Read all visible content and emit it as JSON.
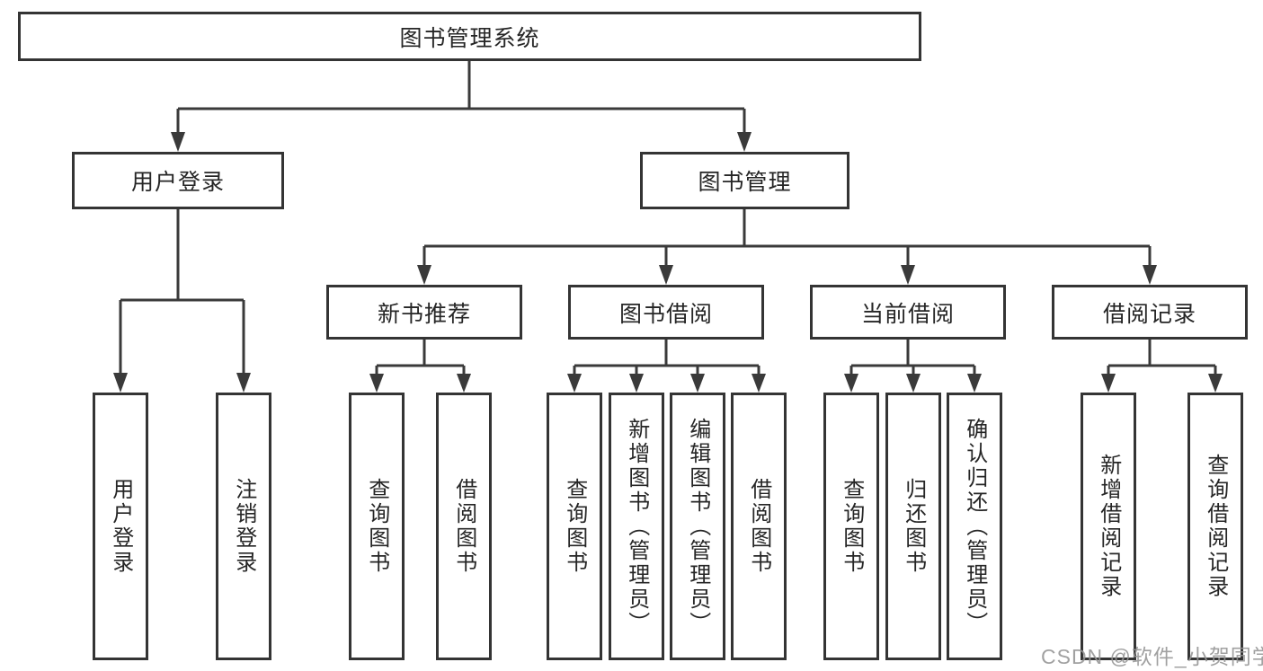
{
  "diagram": {
    "title_node": {
      "label": "图书管理系统"
    },
    "level2": [
      {
        "label": "用户登录"
      },
      {
        "label": "图书管理"
      }
    ],
    "level3": [
      {
        "label": "新书推荐"
      },
      {
        "label": "图书借阅"
      },
      {
        "label": "当前借阅"
      },
      {
        "label": "借阅记录"
      }
    ],
    "level4": [
      {
        "label": "用户登录"
      },
      {
        "label": "注销登录"
      },
      {
        "label": "查询图书"
      },
      {
        "label": "借阅图书"
      },
      {
        "label": "查询图书"
      },
      {
        "label": "新增图书（管理员）"
      },
      {
        "label": "编辑图书（管理员）"
      },
      {
        "label": "借阅图书"
      },
      {
        "label": "查询图书"
      },
      {
        "label": "归还图书"
      },
      {
        "label": "确认归还（管理员）"
      },
      {
        "label": "新增借阅记录"
      },
      {
        "label": "查询借阅记录"
      }
    ]
  },
  "watermark": {
    "text": "CSDN @软件_小贺同学"
  },
  "colors": {
    "line": "#3a3a3a",
    "box_border": "#343434",
    "text": "#262626",
    "background": "#ffffff",
    "watermark": "#949494"
  }
}
